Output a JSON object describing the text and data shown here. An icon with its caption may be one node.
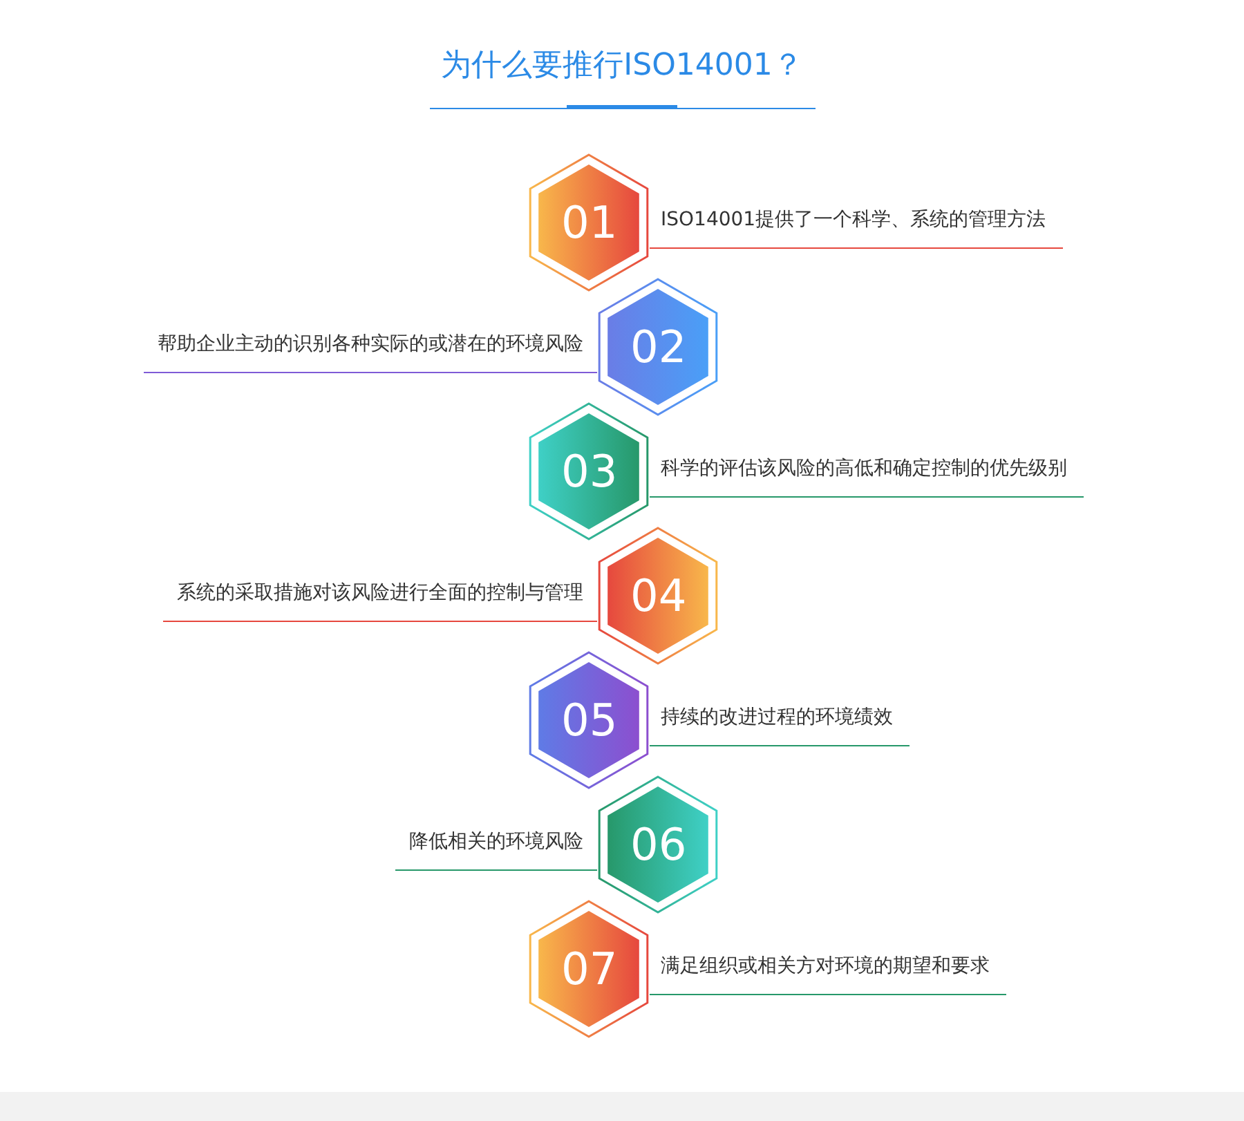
{
  "diagram": {
    "title": "为什么要推行ISO14001？",
    "nodes": [
      {
        "text": [
          "01"
        ],
        "beside": [
          "ISO14001提供了一个科学、系统的管理方法"
        ]
      },
      {
        "text": [
          "02"
        ],
        "beside": [
          "帮助企业主动的识别各种实际的或潜在的环境风险"
        ]
      },
      {
        "text": [
          "03"
        ],
        "beside": [
          "科学的评估该风险的高低和确定控制的优先级别"
        ]
      },
      {
        "text": [
          "04"
        ],
        "beside": [
          "系统的采取措施对该风险进行全面的控制与管理"
        ]
      },
      {
        "text": [
          "05"
        ],
        "beside": [
          "持续的改进过程的环境绩效"
        ]
      },
      {
        "text": [
          "06"
        ],
        "beside": [
          "降低相关的环境风险"
        ]
      },
      {
        "text": [
          "07"
        ],
        "beside": [
          "满足组织或相关方对环境的期望和要求"
        ]
      }
    ]
  }
}
